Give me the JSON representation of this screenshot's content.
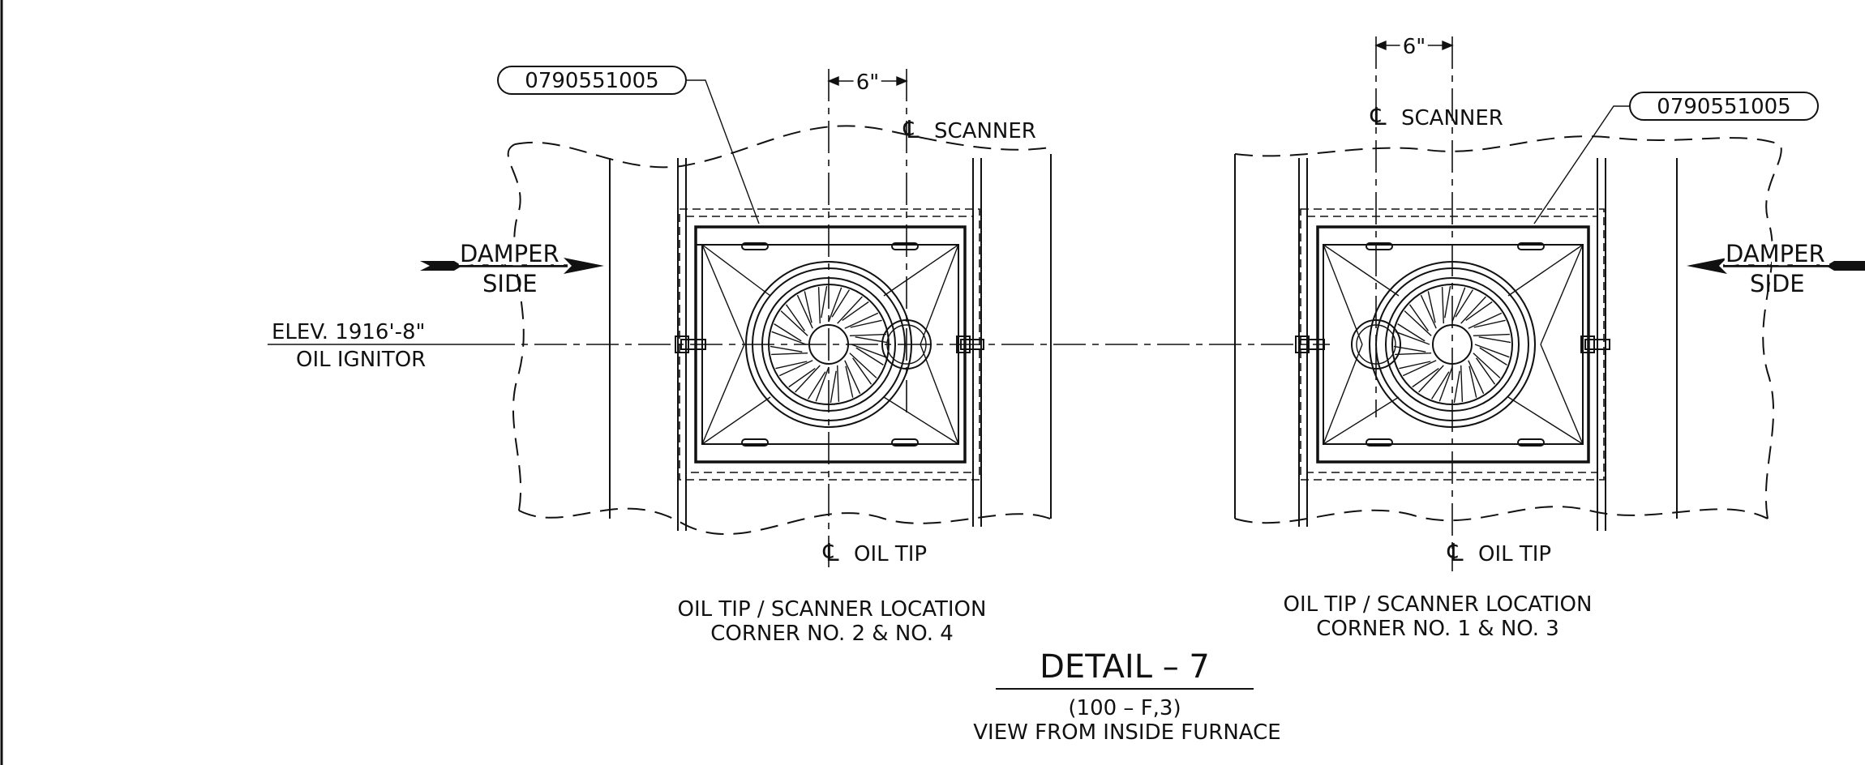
{
  "left_view": {
    "part_number": "0790551005",
    "dimension": "6\"",
    "scanner_label": "SCANNER",
    "oil_tip_label": "OIL TIP",
    "damper_line1": "DAMPER",
    "damper_line2": "SIDE",
    "caption_line1": "OIL TIP / SCANNER LOCATION",
    "caption_line2": "CORNER NO. 2 & NO. 4"
  },
  "right_view": {
    "part_number": "0790551005",
    "dimension": "6\"",
    "scanner_label": "SCANNER",
    "oil_tip_label": "OIL TIP",
    "damper_line1": "DAMPER",
    "damper_line2": "SIDE",
    "caption_line1": "OIL TIP / SCANNER LOCATION",
    "caption_line2": "CORNER NO. 1 & NO. 3"
  },
  "elevation": {
    "line1": "ELEV. 1916'-8\"",
    "line2": "OIL IGNITOR"
  },
  "detail": {
    "title": "DETAIL  –  7",
    "reference": "(100  –   F,3)",
    "subtitle": "VIEW FROM INSIDE FURNACE"
  },
  "centerline_symbol": "℄"
}
